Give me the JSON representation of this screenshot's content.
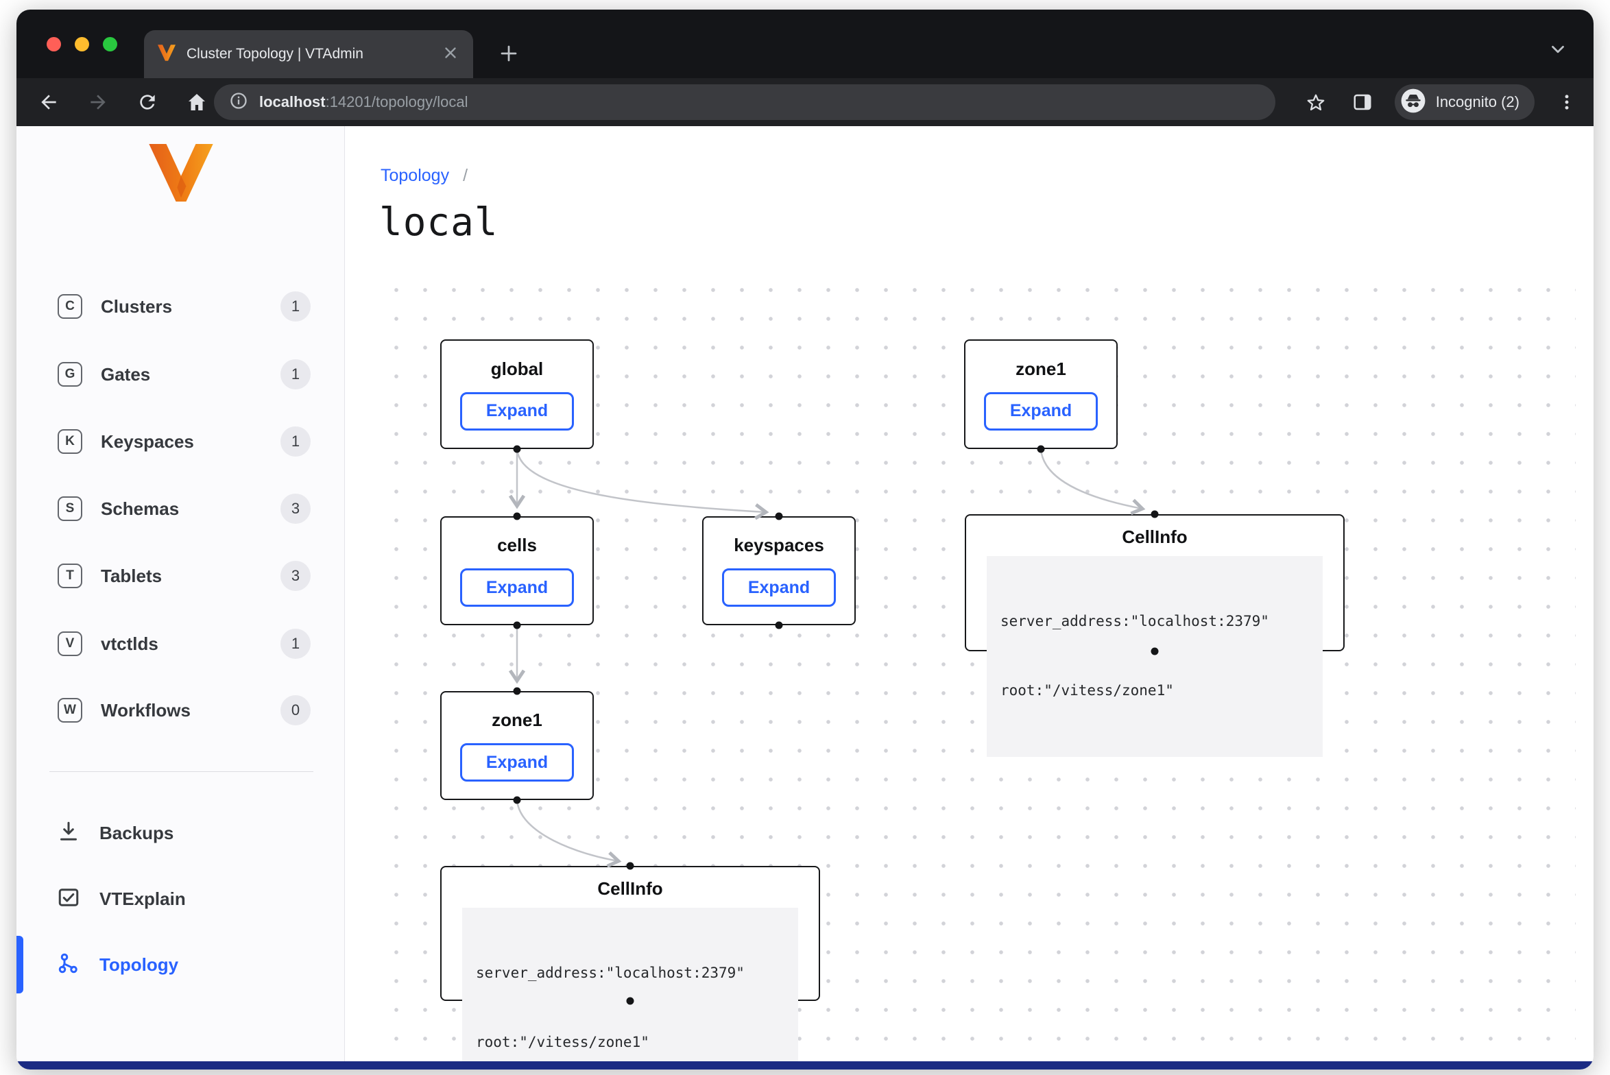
{
  "browser": {
    "tab_title": "Cluster Topology | VTAdmin",
    "url_host": "localhost",
    "url_rest": ":14201/topology/local",
    "incognito": "Incognito (2)"
  },
  "sidebar": {
    "items": [
      {
        "letter": "C",
        "label": "Clusters",
        "count": "1"
      },
      {
        "letter": "G",
        "label": "Gates",
        "count": "1"
      },
      {
        "letter": "K",
        "label": "Keyspaces",
        "count": "1"
      },
      {
        "letter": "S",
        "label": "Schemas",
        "count": "3"
      },
      {
        "letter": "T",
        "label": "Tablets",
        "count": "3"
      },
      {
        "letter": "V",
        "label": "vtctlds",
        "count": "1"
      },
      {
        "letter": "W",
        "label": "Workflows",
        "count": "0"
      }
    ],
    "secondary": [
      {
        "label": "Backups"
      },
      {
        "label": "VTExplain"
      },
      {
        "label": "Topology"
      }
    ]
  },
  "main": {
    "breadcrumb": "Topology",
    "breadcrumb_sep": "/",
    "title": "local"
  },
  "graph": {
    "nodes": [
      {
        "title": "global",
        "button": "Expand"
      },
      {
        "title": "zone1",
        "button": "Expand"
      },
      {
        "title": "cells",
        "button": "Expand"
      },
      {
        "title": "keyspaces",
        "button": "Expand"
      },
      {
        "title": "CellInfo",
        "code_line1": "server_address:\"localhost:2379\"",
        "code_line2": "root:\"/vitess/zone1\""
      },
      {
        "title": "zone1",
        "button": "Expand"
      },
      {
        "title": "CellInfo",
        "code_line1": "server_address:\"localhost:2379\"",
        "code_line2": "root:\"/vitess/zone1\""
      }
    ]
  },
  "colors": {
    "accent": "#2962ff",
    "vitess_orange_dark": "#e45f1a",
    "vitess_orange_light": "#f6a21e",
    "footer_bar": "#1b2b83"
  }
}
